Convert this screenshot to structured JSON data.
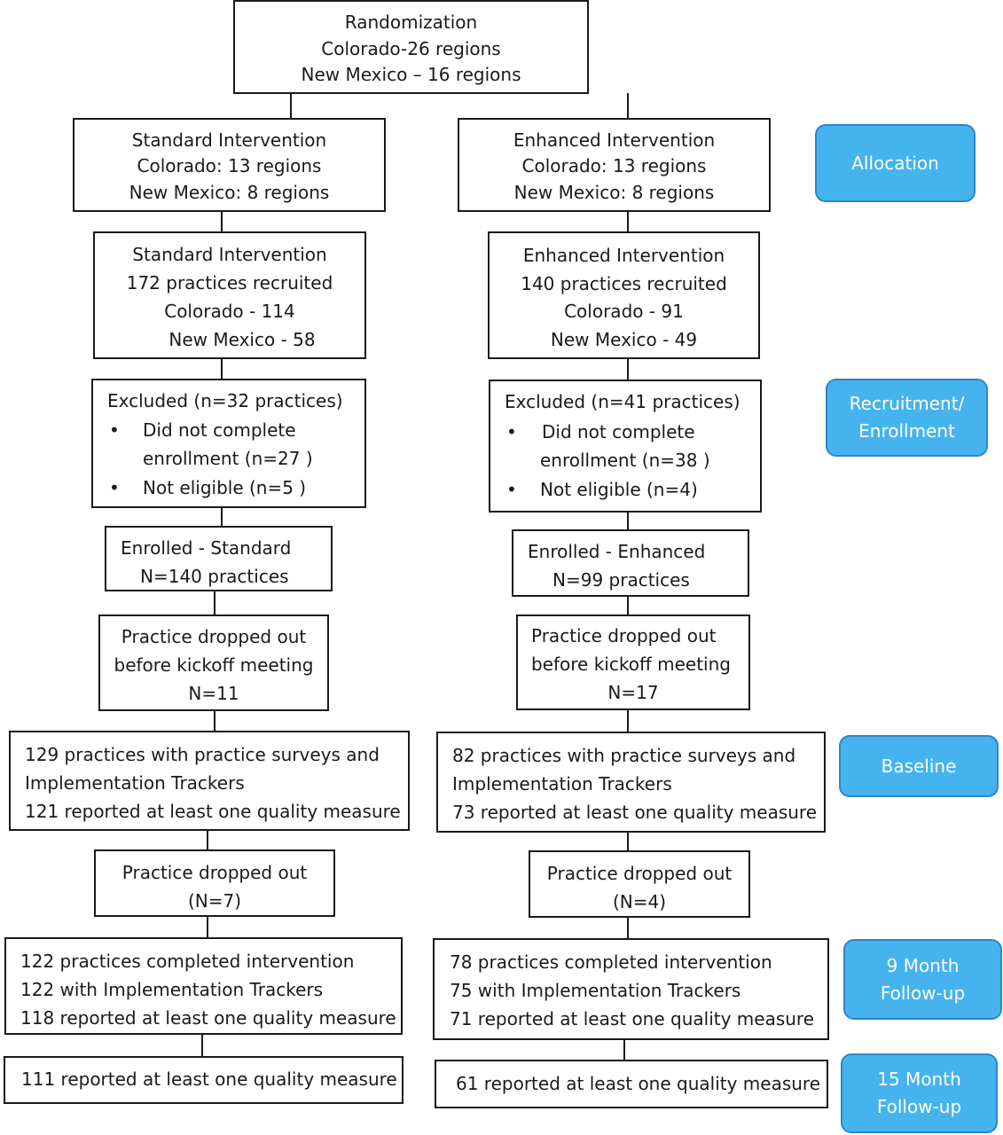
{
  "randomization": {
    "lines": [
      "Randomization",
      "Colorado-26 regions",
      "New Mexico – 16 regions"
    ]
  },
  "left": {
    "allocation": [
      "Standard Intervention",
      "Colorado: 13 regions",
      "New Mexico: 8 regions"
    ],
    "recruited": [
      "Standard Intervention",
      "172 practices recruited",
      "Colorado - 114",
      "New Mexico - 58"
    ],
    "excluded": {
      "title": "Excluded (n=32 practices)",
      "items": [
        {
          "bullet": "•",
          "lines": [
            "Did not complete",
            "enrollment (n=27 )"
          ]
        },
        {
          "bullet": "•",
          "lines": [
            "Not eligible (n=5 )"
          ]
        }
      ]
    },
    "enrolled": [
      "Enrolled - Standard",
      "N=140 practices"
    ],
    "dropped_kickoff": [
      "Practice dropped out",
      "before kickoff meeting",
      "N=11"
    ],
    "baseline": [
      "129 practices with practice surveys and",
      "Implementation Trackers",
      "121 reported at least one quality measure"
    ],
    "dropped": [
      "Practice dropped out",
      "(N=7)"
    ],
    "followup9": [
      "122 practices completed intervention",
      "122 with Implementation Trackers",
      "118 reported at least one quality measure"
    ],
    "followup15": [
      "111 reported at least one quality measure"
    ]
  },
  "right": {
    "allocation": [
      "Enhanced Intervention",
      "Colorado: 13 regions",
      "New Mexico: 8 regions"
    ],
    "recruited": [
      "Enhanced Intervention",
      "140 practices recruited",
      "Colorado - 91",
      "New Mexico - 49"
    ],
    "excluded": {
      "title": "Excluded (n=41 practices)",
      "items": [
        {
          "bullet": "•",
          "lines": [
            "Did not complete",
            "enrollment (n=38 )"
          ]
        },
        {
          "bullet": "•",
          "lines": [
            "Not eligible (n=4)"
          ]
        }
      ]
    },
    "enrolled": [
      "Enrolled - Enhanced",
      "N=99 practices"
    ],
    "dropped_kickoff": [
      "Practice dropped out",
      "before kickoff meeting",
      "N=17"
    ],
    "baseline": [
      "82 practices with practice surveys and",
      "Implementation Trackers",
      "73 reported at least one quality measure"
    ],
    "dropped": [
      "Practice dropped out",
      "(N=4)"
    ],
    "followup9": [
      "78 practices completed intervention",
      "75 with Implementation Trackers",
      "71 reported at least one quality measure"
    ],
    "followup15": [
      "61 reported at least one quality measure"
    ]
  },
  "stages": {
    "allocation": [
      "Allocation"
    ],
    "recruitment": [
      "Recruitment/",
      "Enrollment"
    ],
    "baseline": [
      "Baseline"
    ],
    "followup9": [
      "9 Month",
      "Follow-up"
    ],
    "followup15": [
      "15 Month",
      "Follow-up"
    ]
  },
  "colors": {
    "stage_fill": "#45b3ee",
    "stage_border": "#2d86c7",
    "stage_text": "#ffffff",
    "line": "#1a1a1a"
  }
}
